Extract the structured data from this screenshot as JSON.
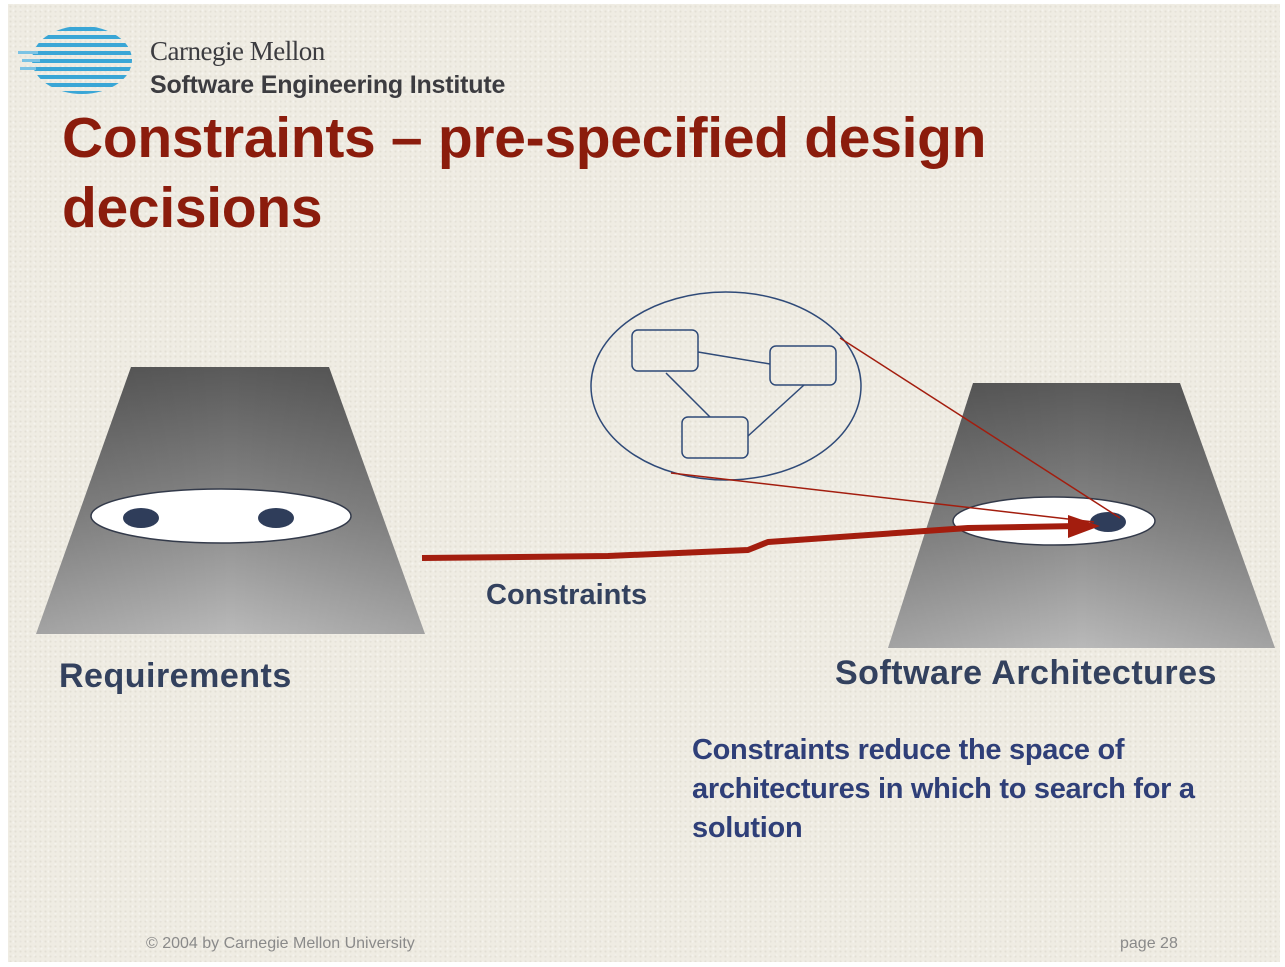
{
  "header": {
    "brand_line1": "Carnegie Mellon",
    "brand_line2": "Software Engineering Institute",
    "logo_icon": "striped-globe-icon"
  },
  "slide": {
    "title_line1": "Constraints – pre-specified design",
    "title_line2": "decisions"
  },
  "diagram": {
    "left_label": "Requirements",
    "right_label": "Software Architectures",
    "arrow_label": "Constraints",
    "note": "Constraints reduce the space of architectures in which to search for a solution"
  },
  "footer": {
    "copyright": "© 2004 by Carnegie Mellon University",
    "page": "page 28"
  },
  "colors": {
    "title": "#8b1c0c",
    "label_text": "#33415e",
    "note_text": "#2f3f78",
    "arrow": "#a31d0e",
    "background": "#efece3",
    "dot": "#2f3d5a"
  }
}
